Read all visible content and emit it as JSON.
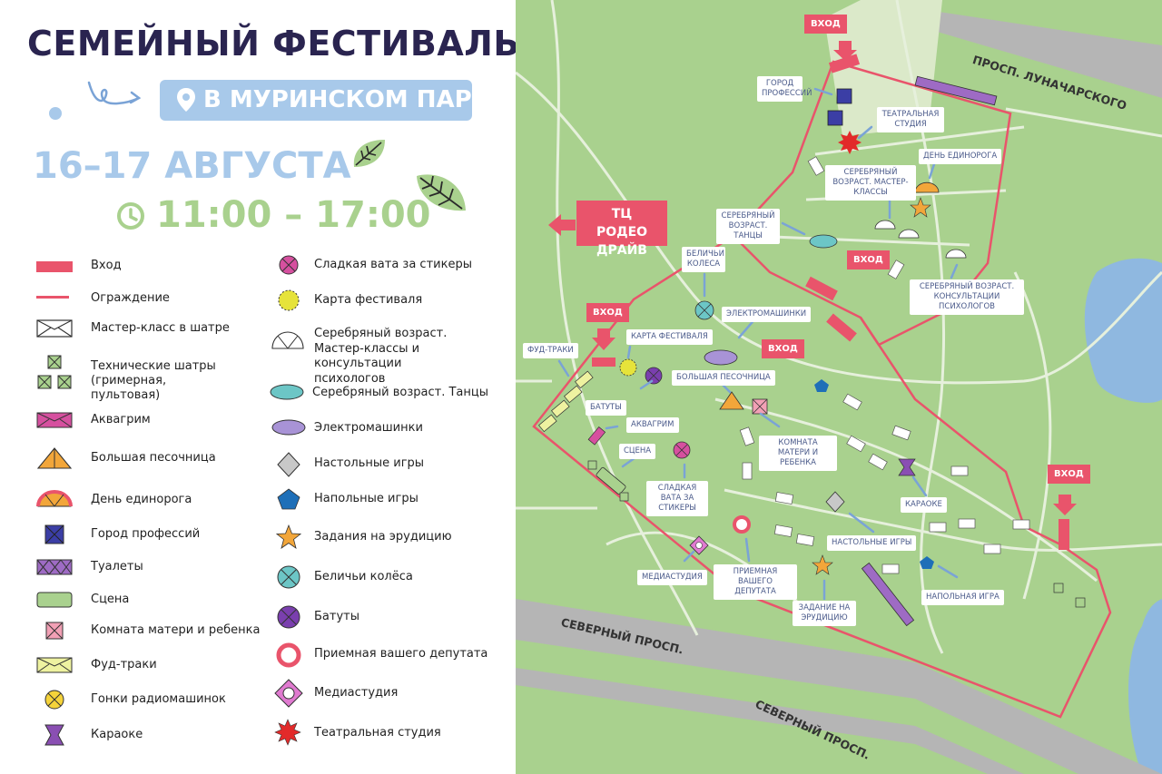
{
  "header": {
    "title": "СЕМЕЙНЫЙ ФЕСТИВАЛЬ",
    "place": "В МУРИНСКОМ ПАРКЕ",
    "dates": "16–17 АВГУСТА",
    "time": "11:00 – 17:00"
  },
  "colors": {
    "title": "#2a2450",
    "accent_blue": "#a8c9ea",
    "accent_green": "#a9d18e",
    "entry_red": "#e9546b",
    "park_green": "#a9d18e",
    "road_gray": "#b5b5b5",
    "water": "#8fb8e0"
  },
  "legend": {
    "col1": [
      {
        "icon": "entrance-bar-icon",
        "label": "Вход"
      },
      {
        "icon": "fence-line-icon",
        "label": "Ограждение"
      },
      {
        "icon": "tent-envelope-icon",
        "label": "Мастер-класс в шатре"
      },
      {
        "icon": "technical-tents-icon",
        "label": "Технические шатры (гримерная, пультовая)"
      },
      {
        "icon": "face-paint-icon",
        "label": "Аквагрим"
      },
      {
        "icon": "triangle-sandbox-icon",
        "label": "Большая песочница"
      },
      {
        "icon": "unicorn-half-circle-icon",
        "label": "День единорога"
      },
      {
        "icon": "professions-square-icon",
        "label": "Город профессий"
      },
      {
        "icon": "toilets-icon",
        "label": "Туалеты"
      },
      {
        "icon": "stage-icon",
        "label": "Сцена"
      },
      {
        "icon": "mother-child-room-icon",
        "label": "Комната матери и ребенка"
      },
      {
        "icon": "food-truck-icon",
        "label": "Фуд-траки"
      },
      {
        "icon": "rc-racing-icon",
        "label": "Гонки радиомашинок"
      },
      {
        "icon": "karaoke-icon",
        "label": "Караоке"
      }
    ],
    "col2": [
      {
        "icon": "cotton-candy-icon",
        "label": "Сладкая вата за стикеры"
      },
      {
        "icon": "festival-map-sun-icon",
        "label": "Карта фестиваля"
      },
      {
        "icon": "silver-age-dome-icon",
        "label": "Серебряный возраст. Мастер-классы и консультации психологов"
      },
      {
        "icon": "silver-dance-ellipse-icon",
        "label": "Серебряный возраст. Танцы"
      },
      {
        "icon": "electric-cars-ellipse-icon",
        "label": "Электромашинки"
      },
      {
        "icon": "board-games-diamond-icon",
        "label": "Настольные игры"
      },
      {
        "icon": "floor-games-pentagon-icon",
        "label": "Напольные игры"
      },
      {
        "icon": "erudition-star-icon",
        "label": "Задания на эрудицию"
      },
      {
        "icon": "squirrel-wheels-icon",
        "label": "Беличьи колёса"
      },
      {
        "icon": "trampolines-icon",
        "label": "Батуты"
      },
      {
        "icon": "deputy-reception-icon",
        "label": "Приемная вашего депутата"
      },
      {
        "icon": "media-studio-icon",
        "label": "Медиастудия"
      },
      {
        "icon": "theatre-studio-icon",
        "label": "Театральная студия"
      }
    ]
  },
  "map": {
    "tc_label": "ТЦ РОДЕО ДРАЙВ",
    "entry": "ВХОД",
    "roads": {
      "lunacharsky": "ПРОСП. ЛУНАЧАРСКОГО",
      "severny1": "СЕВЕРНЫЙ ПРОСП.",
      "severny2": "СЕВЕРНЫЙ ПРОСП."
    },
    "labels": {
      "gorod": "ГОРОД ПРОФЕССИЙ",
      "teatr": "ТЕАТРАЛЬНАЯ СТУДИЯ",
      "edinorog": "ДЕНЬ ЕДИНОРОГА",
      "serebr_mk": "СЕРЕБРЯНЫЙ ВОЗРАСТ. МАСТЕР-КЛАССЫ",
      "serebr_tancy": "СЕРЕБРЯНЫЙ ВОЗРАСТ. ТАНЦЫ",
      "belichi": "БЕЛИЧЬИ КОЛЕСА",
      "serebr_psy": "СЕРЕБРЯНЫЙ ВОЗРАСТ. КОНСУЛЬТАЦИИ ПСИХОЛОГОВ",
      "elektro": "ЭЛЕКТРОМАШИНКИ",
      "karta": "КАРТА ФЕСТИВАЛЯ",
      "fud": "ФУД-ТРАКИ",
      "pesochnica": "БОЛЬШАЯ ПЕСОЧНИЦА",
      "batuty": "БАТУТЫ",
      "akvagrim": "АКВАГРИМ",
      "komnata": "КОМНАТА МАТЕРИ И РЕБЕНКА",
      "scena": "СЦЕНА",
      "vata": "СЛАДКАЯ ВАТА ЗА СТИКЕРЫ",
      "karaoke": "КАРАОКЕ",
      "nastolnye": "НАСТОЛЬНЫЕ ИГРЫ",
      "media": "МЕДИАСТУДИЯ",
      "priemnaya": "ПРИЕМНАЯ ВАШЕГО ДЕПУТАТА",
      "zadanie": "ЗАДАНИЕ НА ЭРУДИЦИЮ",
      "napolnaya": "НАПОЛЬНАЯ ИГРА"
    }
  }
}
